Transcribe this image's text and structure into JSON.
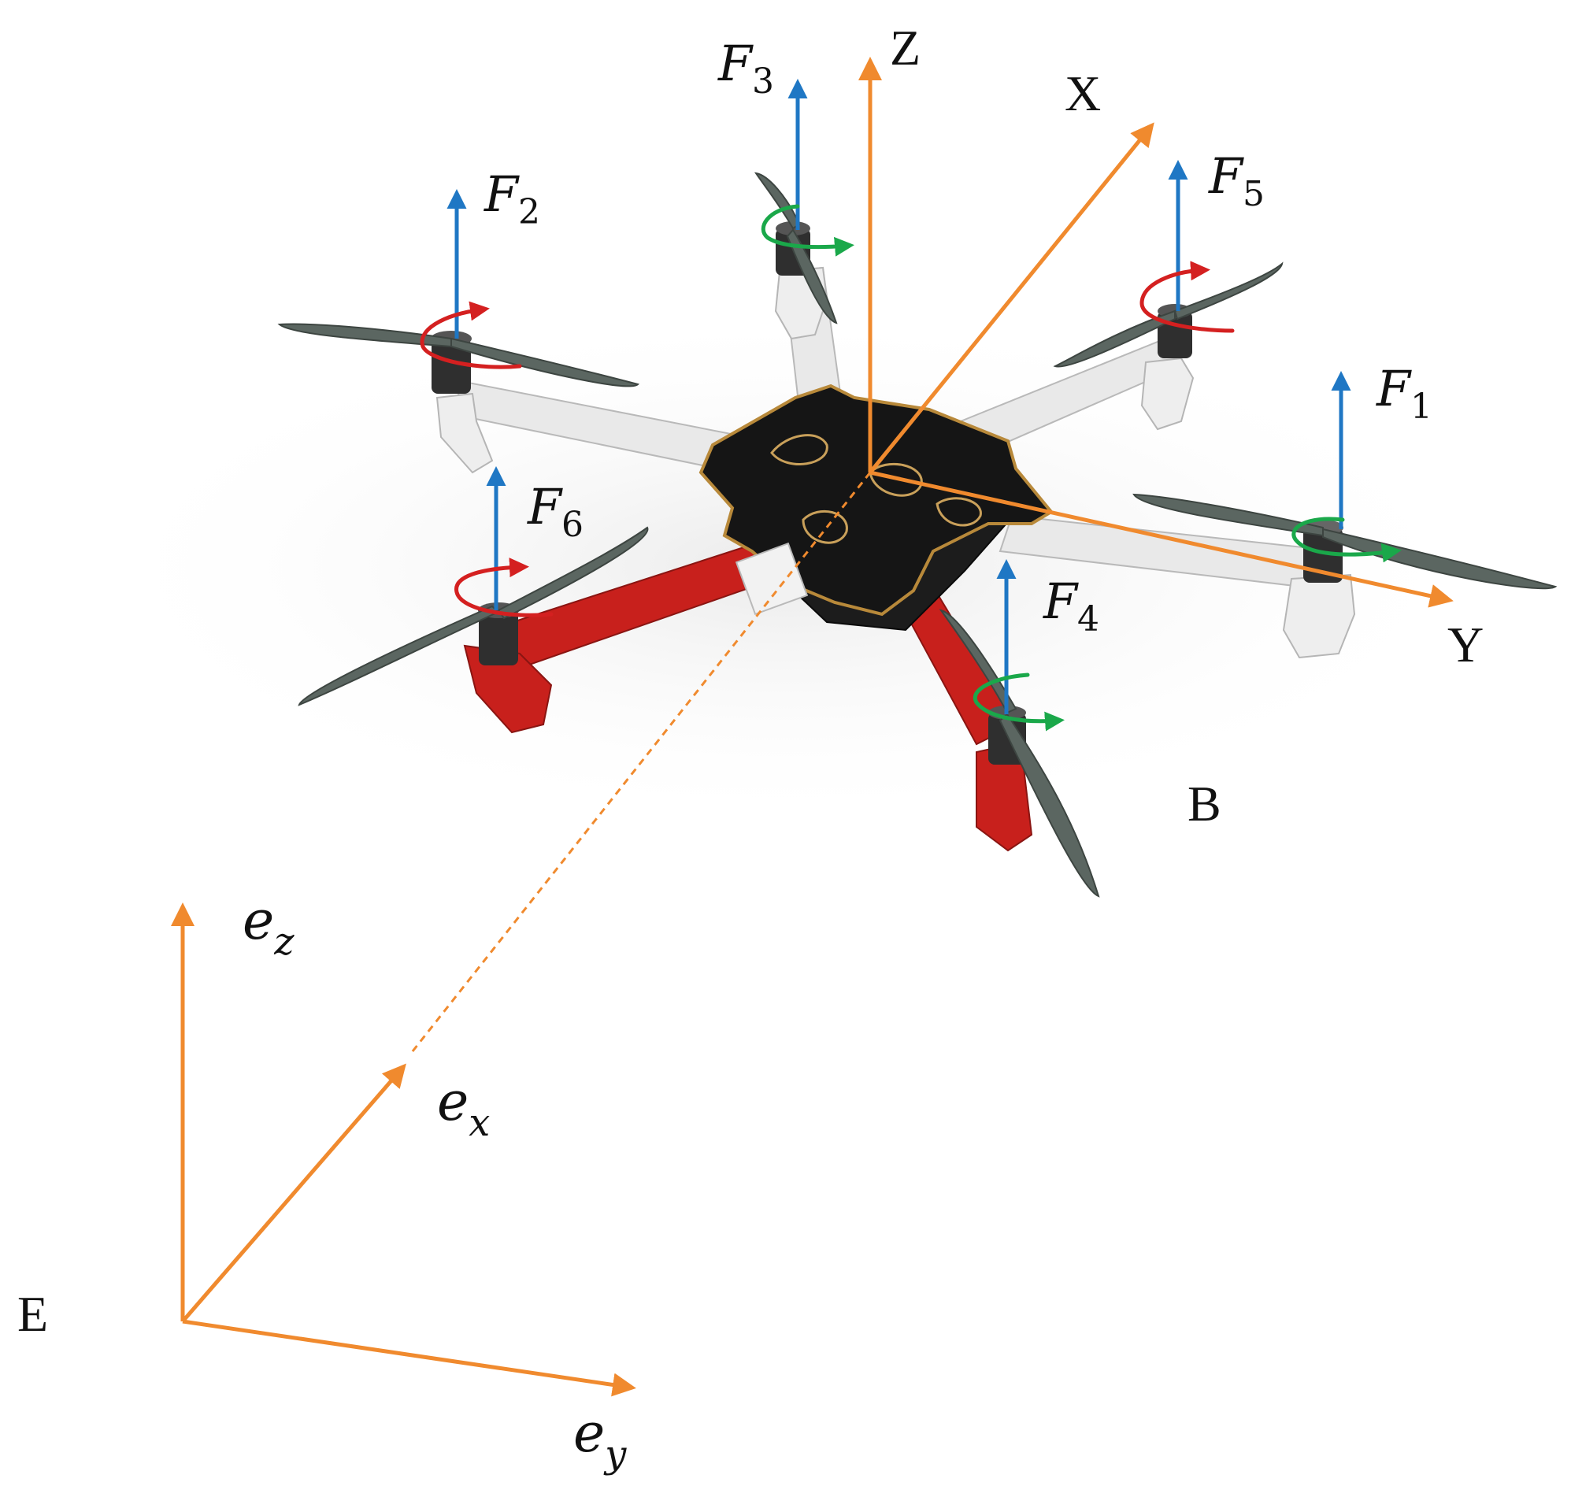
{
  "colors": {
    "frame_axis": "#f08a2e",
    "thrust_arrow": "#1f77c4",
    "rotation_cw": "#d42020",
    "rotation_ccw": "#1aa84a",
    "arm_white": "#e9e9e9",
    "arm_red": "#c8201c",
    "plate": "#151515",
    "propeller": "#5b6661"
  },
  "body_frame": {
    "name": "B",
    "axes": {
      "x": "X",
      "y": "Y",
      "z": "Z"
    }
  },
  "earth_frame": {
    "name": "E",
    "axes": {
      "x": {
        "base": "e",
        "sub": "x"
      },
      "y": {
        "base": "e",
        "sub": "y"
      },
      "z": {
        "base": "e",
        "sub": "z"
      }
    }
  },
  "rotors": [
    {
      "base": "F",
      "sub": "1",
      "rotation": "ccw"
    },
    {
      "base": "F",
      "sub": "2",
      "rotation": "cw"
    },
    {
      "base": "F",
      "sub": "3",
      "rotation": "ccw"
    },
    {
      "base": "F",
      "sub": "4",
      "rotation": "ccw"
    },
    {
      "base": "F",
      "sub": "5",
      "rotation": "cw"
    },
    {
      "base": "F",
      "sub": "6",
      "rotation": "cw"
    }
  ],
  "icons": {
    "drone": "hexacopter-icon",
    "thrust": "arrow-up-icon",
    "rotation": "curved-arrow-icon"
  }
}
